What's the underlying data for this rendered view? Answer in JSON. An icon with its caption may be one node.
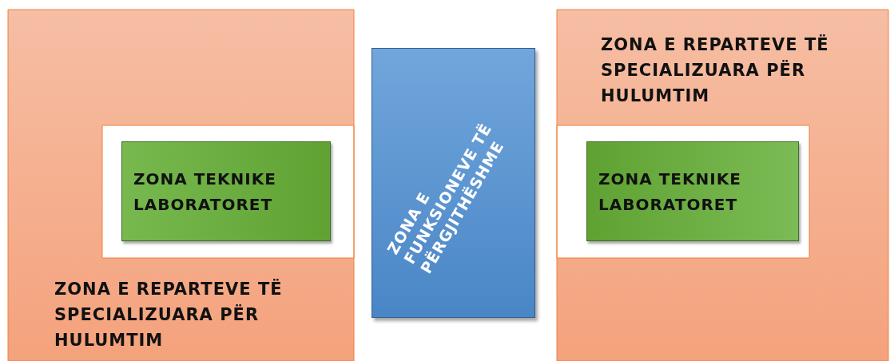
{
  "diagram": {
    "nodes": [
      {
        "text": [
          "ZONA E REPARTEVE TË SPECIALIZUARA PËR HULUMTIM"
        ]
      },
      {
        "text": [
          "ZONA TEKNIKE LABORATORET"
        ],
        "in": 0
      },
      {
        "text": [
          "ZONA E FUNKSIONEVE TË PËRGJITHËSHME"
        ]
      },
      {
        "text": [
          "ZONA E REPARTEVE TË SPECIALIZUARA PËR HULUMTIM"
        ]
      },
      {
        "text": [
          "ZONA TEKNIKE LABORATORET"
        ],
        "in": 3
      }
    ]
  }
}
